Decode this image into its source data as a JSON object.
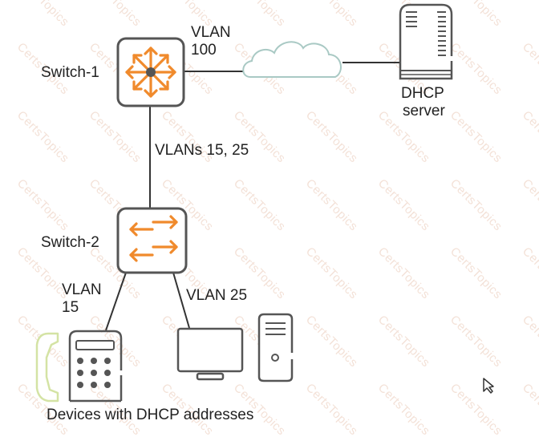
{
  "diagram": {
    "nodes": {
      "switch1": {
        "label": "Switch-1",
        "type": "core-switch"
      },
      "switch2": {
        "label": "Switch-2",
        "type": "access-switch"
      },
      "cloud": {
        "type": "network-cloud"
      },
      "dhcp_server": {
        "label_line1": "DHCP",
        "label_line2": "server",
        "type": "server"
      },
      "phone": {
        "type": "ip-phone"
      },
      "workstation": {
        "type": "desktop-pc"
      }
    },
    "links": {
      "switch1_cloud": {
        "label_line1": "VLAN",
        "label_line2": "100"
      },
      "switch1_switch2": {
        "label": "VLANs 15, 25"
      },
      "switch2_phone": {
        "label_line1": "VLAN",
        "label_line2": "15"
      },
      "switch2_pc": {
        "label": "VLAN 25"
      }
    },
    "caption": "Devices with DHCP addresses",
    "watermark": "CertsTopics",
    "colors": {
      "accent_orange": "#f08a2c",
      "device_stroke": "#555555",
      "cloud_stroke": "#a9c9c4",
      "handset_green": "#d4e3a4",
      "line": "#333333"
    }
  }
}
